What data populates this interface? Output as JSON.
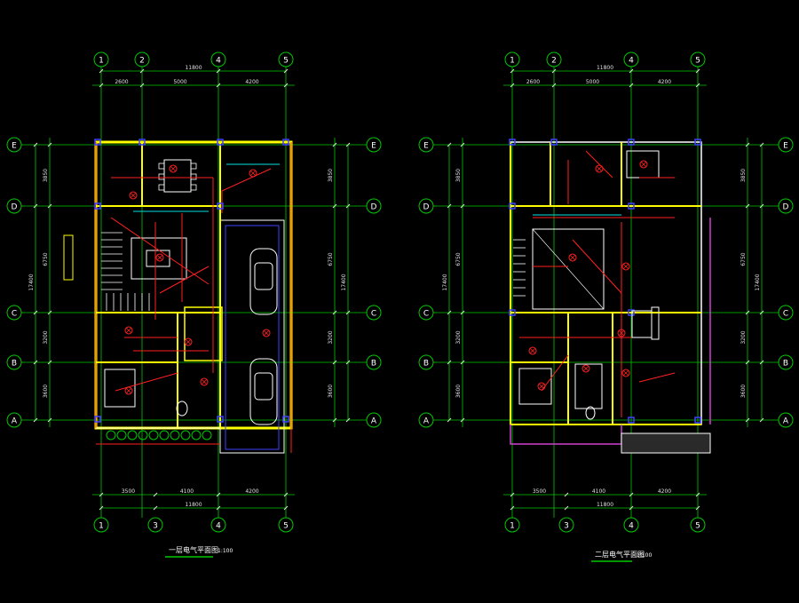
{
  "colors": {
    "background": "#000000",
    "grid_line": "#00c800",
    "wall": "#ffff00",
    "circuit": "#ff2020",
    "furniture": "#ffffff",
    "conduit": "#4040ff",
    "cyan": "#00e0e0",
    "magenta": "#d040d0",
    "dim_text": "#e0e0e0"
  },
  "plan1": {
    "top_axes": [
      "1",
      "2",
      "4",
      "5"
    ],
    "bottom_axes": [
      "1",
      "3",
      "4",
      "5"
    ],
    "left_axes": [
      "E",
      "D",
      "C",
      "B",
      "A"
    ],
    "right_axes": [
      "E",
      "D",
      "C",
      "B",
      "A"
    ],
    "top_total": "11800",
    "top_dims": [
      "2600",
      "5000",
      "4200"
    ],
    "bottom_total": "11800",
    "bottom_dims": [
      "3500",
      "4100",
      "4200"
    ],
    "left_total": "17400",
    "left_dims": [
      "3850",
      "6750",
      "3200",
      "3600"
    ],
    "right_total": "17400",
    "right_dims": [
      "3850",
      "6750",
      "3200",
      "3600"
    ],
    "title": "一层电气平面图",
    "scale": "1:100"
  },
  "plan2": {
    "top_axes": [
      "1",
      "2",
      "4",
      "5"
    ],
    "bottom_axes": [
      "1",
      "3",
      "4",
      "5"
    ],
    "left_axes": [
      "E",
      "D",
      "C",
      "B",
      "A"
    ],
    "right_axes": [
      "E",
      "D",
      "C",
      "B",
      "A"
    ],
    "top_total": "11800",
    "top_dims": [
      "2600",
      "5000",
      "4200"
    ],
    "bottom_total": "11800",
    "bottom_dims": [
      "3500",
      "4100",
      "4200"
    ],
    "left_total": "17400",
    "left_dims": [
      "3850",
      "6750",
      "3200",
      "3600"
    ],
    "right_total": "17400",
    "right_dims": [
      "3850",
      "6750",
      "3200",
      "3600"
    ],
    "title": "二层电气平面图",
    "scale": "1:100"
  }
}
